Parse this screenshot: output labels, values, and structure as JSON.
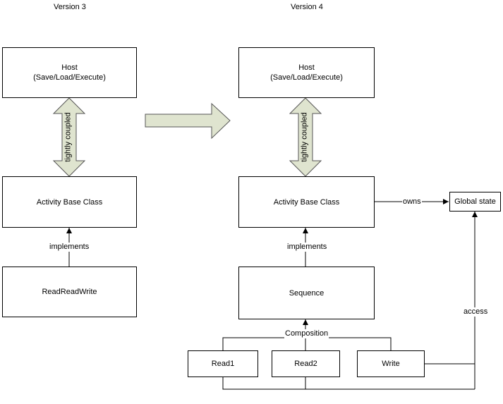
{
  "headings": {
    "version3": "Version 3",
    "version4": "Version 4"
  },
  "v3": {
    "host": {
      "line1": "Host",
      "line2": "(Save/Load/Execute)"
    },
    "coupling_label": "tightly coupled",
    "base_class": "Activity Base Class",
    "implements_label": "implements",
    "impl": "ReadReadWrite"
  },
  "v4": {
    "host": {
      "line1": "Host",
      "line2": "(Save/Load/Execute)"
    },
    "coupling_label": "tightly coupled",
    "base_class": "Activity Base Class",
    "owns_label": "owns",
    "global_state": "Global state",
    "implements_label": "implements",
    "sequence": "Sequence",
    "composition_label": "Composition",
    "access_label": "access",
    "children": [
      "Read1",
      "Read2",
      "Write"
    ]
  },
  "colors": {
    "arrow_fill": "#dfe4cf",
    "stroke": "#000000"
  }
}
